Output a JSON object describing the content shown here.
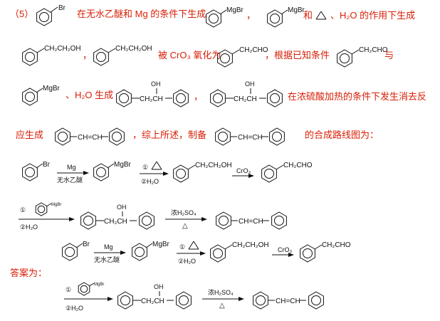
{
  "accent_color": "#d81e06",
  "line1": {
    "seg1": "（5）",
    "seg2": "在无水乙醚和 Mg 的条件下生成",
    "comma": "，",
    "and": "和",
    "seg3": "、H₂O 的作用下生成"
  },
  "line2": {
    "seg1": "被 CrO₃ 氧化为",
    "seg2": "，根据已知条件",
    "seg3": "与"
  },
  "line3": {
    "seg1": "、H₂O 生成",
    "comma": "，",
    "seg2": "在浓硫酸加热的条件下发生消去反"
  },
  "line4": {
    "seg1": "应生成",
    "seg2": "，综上所述，制备",
    "seg3": "的合成路线图为："
  },
  "answer_label": "答案为：",
  "chem": {
    "Br": "Br",
    "MgBr": "MgBr",
    "CH2CH2OH": "CH₂CH₂OH",
    "CH2CHO": "CH₂CHO",
    "OH": "OH",
    "CH2CH": "CH₂CH",
    "CHeqCH": "CH=CH",
    "Mg": "Mg",
    "ether": "无水乙醚",
    "step1": "①",
    "step2_h2o": "②H₂O",
    "CrO3": "CrO₃",
    "conc_h2so4": "浓H₂SO₄",
    "delta": "△"
  }
}
